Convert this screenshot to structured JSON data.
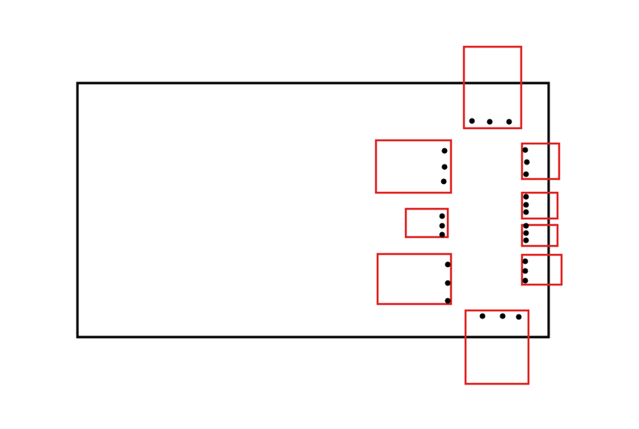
{
  "diagram": {
    "description_visible_text": "",
    "colors": {
      "outline": "#000000",
      "component": "#e02020",
      "pin": "#000000",
      "background": "#ffffff"
    },
    "board": {
      "count": 1
    },
    "components": [
      {
        "id": "top-connector",
        "pin_count": 3
      },
      {
        "id": "inner-block-upper",
        "pin_count": 3
      },
      {
        "id": "inner-block-small",
        "pin_count": 3
      },
      {
        "id": "inner-block-lower",
        "pin_count": 3
      },
      {
        "id": "edge-block-1",
        "pin_count": 3
      },
      {
        "id": "edge-block-2",
        "pin_count": 3
      },
      {
        "id": "edge-block-3",
        "pin_count": 3
      },
      {
        "id": "edge-block-4",
        "pin_count": 3
      },
      {
        "id": "bottom-connector",
        "pin_count": 3
      }
    ]
  }
}
